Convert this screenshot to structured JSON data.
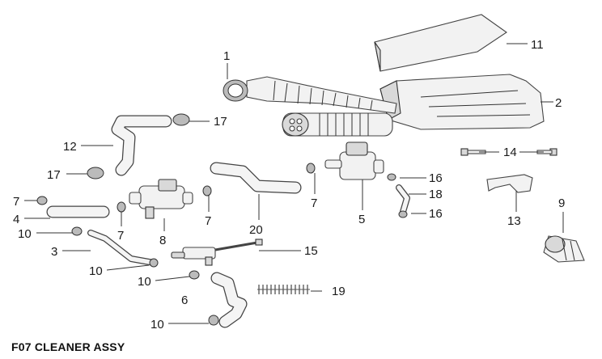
{
  "diagram": {
    "caption": "F07 CLEANER ASSY",
    "callouts": [
      "1",
      "2",
      "11",
      "17",
      "12",
      "17",
      "14",
      "16",
      "18",
      "16",
      "7",
      "4",
      "7",
      "8",
      "7",
      "20",
      "7",
      "5",
      "13",
      "9",
      "10",
      "3",
      "10",
      "10",
      "15",
      "6",
      "19",
      "10"
    ]
  }
}
